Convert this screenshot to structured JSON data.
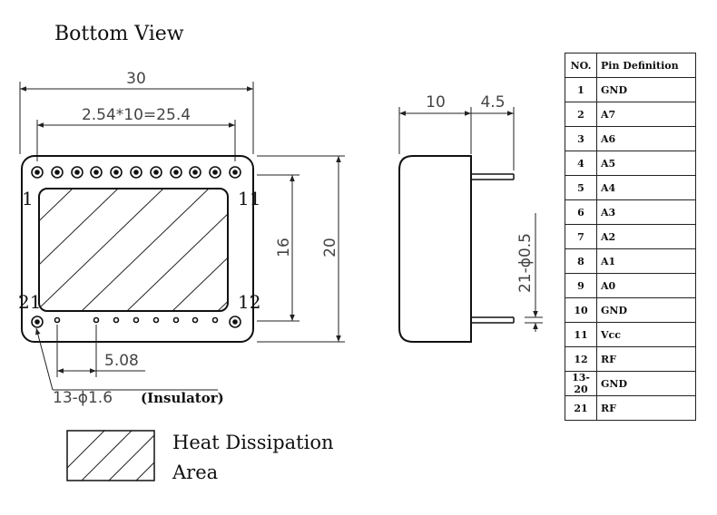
{
  "bottom_view": {
    "title": "Bottom View",
    "dim_width": "30",
    "dim_pitch": "2.54*10=25.4",
    "dim_height_inner": "16",
    "dim_height": "20",
    "dim_spacing": "5.08",
    "pin_1": "1",
    "pin_11": "11",
    "pin_12": "12",
    "pin_21": "21",
    "insulator_note": "13-ϕ1.6",
    "insulator_label": "(Insulator)"
  },
  "side_view": {
    "dim_body": "10",
    "dim_pin_len": "4.5",
    "dim_pin_dia": "21-ϕ0.5"
  },
  "legend": {
    "line1": "Heat Dissipation",
    "line2": "Area"
  },
  "pin_table": {
    "headers": [
      "NO.",
      "Pin Definition"
    ],
    "rows": [
      {
        "no": "1",
        "def": "GND"
      },
      {
        "no": "2",
        "def": "A7"
      },
      {
        "no": "3",
        "def": "A6"
      },
      {
        "no": "4",
        "def": "A5"
      },
      {
        "no": "5",
        "def": "A4"
      },
      {
        "no": "6",
        "def": "A3"
      },
      {
        "no": "7",
        "def": "A2"
      },
      {
        "no": "8",
        "def": "A1"
      },
      {
        "no": "9",
        "def": "A0"
      },
      {
        "no": "10",
        "def": "GND"
      },
      {
        "no": "11",
        "def": "Vcc"
      },
      {
        "no": "12",
        "def": "RF"
      },
      {
        "no": "13-20",
        "def": "GND"
      },
      {
        "no": "21",
        "def": "RF"
      }
    ]
  }
}
